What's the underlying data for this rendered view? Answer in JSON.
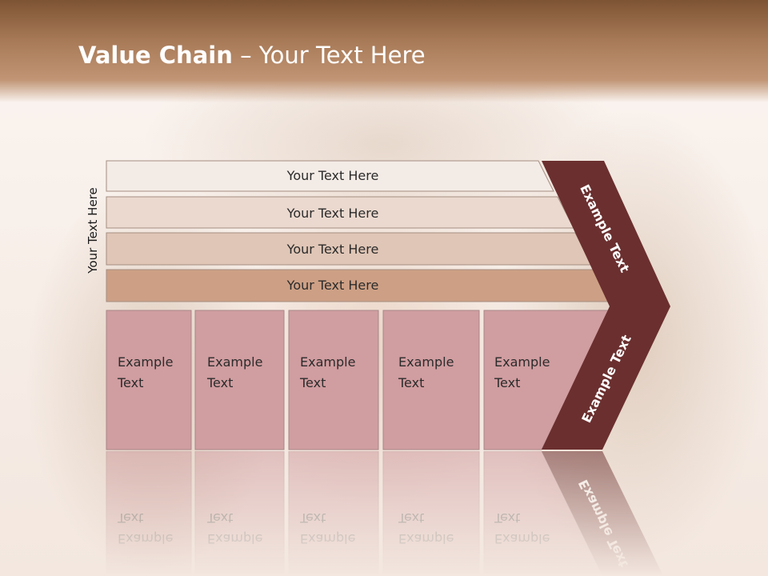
{
  "slide": {
    "title_bold": "Value Chain",
    "title_rest": " – Your Text Here",
    "side_label": "Your Text Here"
  },
  "rows": [
    "Your Text Here",
    "Your Text Here",
    "Your Text Here",
    "Your Text Here"
  ],
  "boxes": [
    {
      "line1": "Example",
      "line2": "Text"
    },
    {
      "line1": "Example",
      "line2": "Text"
    },
    {
      "line1": "Example",
      "line2": "Text"
    },
    {
      "line1": "Example",
      "line2": "Text"
    },
    {
      "line1": "Example",
      "line2": "Text"
    }
  ],
  "arrow": {
    "upper_label": "Example Text",
    "lower_label": "Example Text"
  },
  "colors": {
    "row1": "#f3ebe6",
    "row2": "#ebd9cf",
    "row3": "#e0c6b6",
    "row4": "#cda085",
    "box": "#d09da0",
    "arrow": "#6b2f2f",
    "header": "#a87a57"
  }
}
